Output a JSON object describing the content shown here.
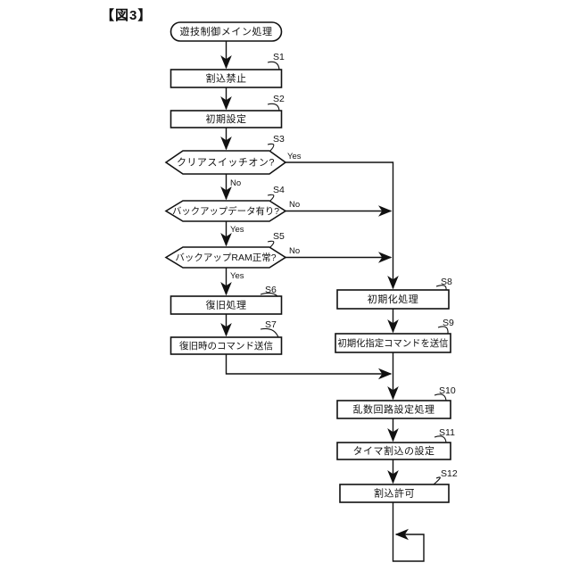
{
  "figure": {
    "title": "【図3】"
  },
  "colors": {
    "ink": "#111111",
    "background": "#ffffff"
  },
  "flowchart": {
    "start": {
      "label": "遊技制御メイン処理"
    },
    "steps": {
      "s1": {
        "id": "S1",
        "label": "割込禁止"
      },
      "s2": {
        "id": "S2",
        "label": "初期設定"
      },
      "s3": {
        "id": "S3",
        "label": "クリアスイッチオン?",
        "yes": "Yes",
        "no": "No"
      },
      "s4": {
        "id": "S4",
        "label": "バックアップデータ有り?",
        "yes": "Yes",
        "no": "No"
      },
      "s5": {
        "id": "S5",
        "label": "バックアップRAM正常?",
        "yes": "Yes",
        "no": "No"
      },
      "s6": {
        "id": "S6",
        "label": "復旧処理"
      },
      "s7": {
        "id": "S7",
        "label": "復旧時のコマンド送信"
      },
      "s8": {
        "id": "S8",
        "label": "初期化処理"
      },
      "s9": {
        "id": "S9",
        "label": "初期化指定コマンドを送信"
      },
      "s10": {
        "id": "S10",
        "label": "乱数回路設定処理"
      },
      "s11": {
        "id": "S11",
        "label": "タイマ割込の設定"
      },
      "s12": {
        "id": "S12",
        "label": "割込許可"
      }
    }
  }
}
